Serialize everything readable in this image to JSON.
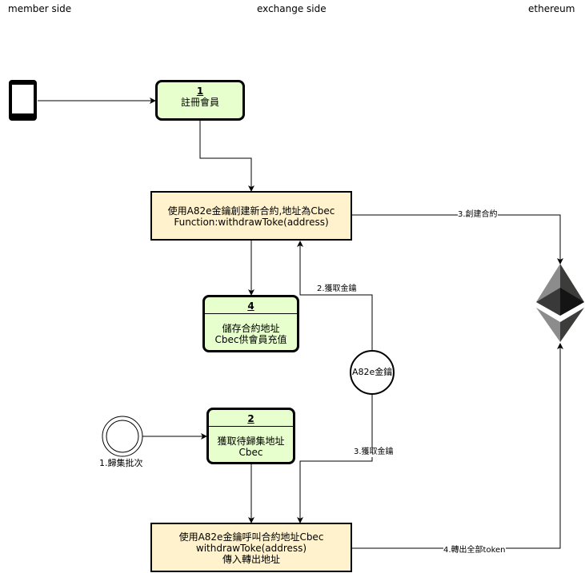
{
  "lanes": {
    "member": "member side",
    "exchange": "exchange side",
    "ethereum": "ethereum"
  },
  "box1": {
    "num": "1",
    "text": "註冊會員"
  },
  "create": {
    "line1": "使用A82e金鑰創建新合約,地址為Cbec",
    "line2": "Function:withdrawToke(address)"
  },
  "box4": {
    "num": "4",
    "line1": "儲存合約地址",
    "line2": "Cbec供會員充值"
  },
  "box2": {
    "num": "2",
    "line1": "獲取待歸集地址",
    "line2": "Cbec"
  },
  "call": {
    "line1": "使用A82e金鑰呼叫合約地址Cbec",
    "line2": "withdrawToke(address)",
    "line3": "傳入轉出地址"
  },
  "key": {
    "label": "A82e金鑰"
  },
  "batch": {
    "label": "1.歸集批次"
  },
  "edges": {
    "get_key_2": "2.獲取金鑰",
    "get_key_3": "3.獲取金鑰",
    "create_contract": "3.創建合約",
    "transfer_all": "4.轉出全部token"
  },
  "icons": {
    "phone": "smartphone-icon",
    "eth": "ethereum-logo-icon",
    "batch": "batch-event-icon"
  }
}
